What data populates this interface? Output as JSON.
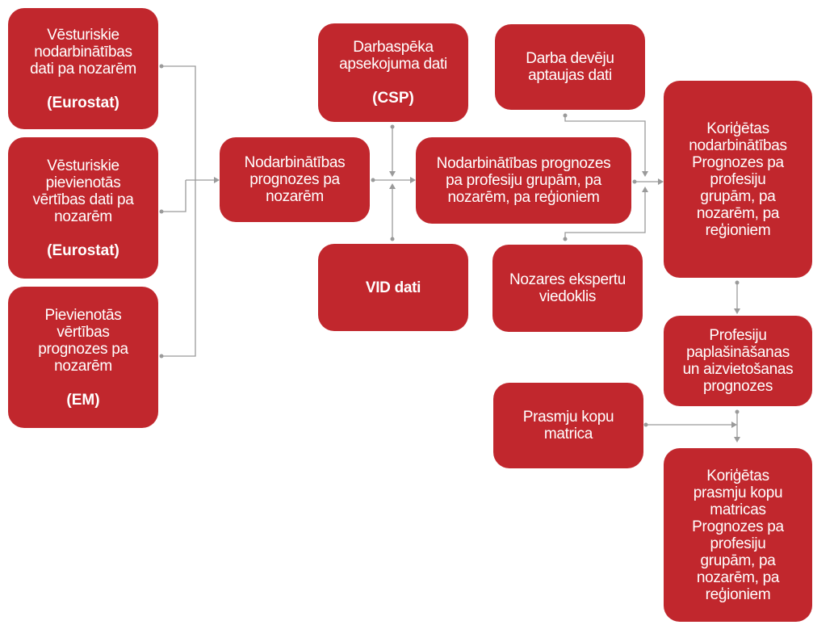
{
  "nodes": {
    "hist_employment": {
      "label": "Vēsturiskie\nnodarbinātības\ndati pa nozarēm",
      "source": "(Eurostat)"
    },
    "hist_value_added": {
      "label": "Vēsturiskie\npievienotās\nvērtības dati pa\nnozarēm",
      "source": "(Eurostat)"
    },
    "value_added_forecast": {
      "label": "Pievienotās\nvērtības\nprognozes pa\nnozarēm",
      "source": "(EM)"
    },
    "employment_forecast_sectors": {
      "label": "Nodarbinātības\nprognozes pa\nnozarēm"
    },
    "labour_force_survey": {
      "label": "Darbaspēka\napsekojuma dati",
      "source": "(CSP)"
    },
    "vid_data": {
      "label": "VID dati"
    },
    "employment_forecast_detailed": {
      "label": "Nodarbinātības prognozes\npa profesiju grupām, pa\nnozarēm, pa reģioniem"
    },
    "employer_survey": {
      "label": "Darba devēju\naptaujas dati"
    },
    "expert_opinion": {
      "label": "Nozares ekspertu\nviedoklis"
    },
    "corrected_employment": {
      "label": "Koriģētas\nnodarbinātības\nPrognozes pa\nprofesiju\ngrupām, pa\nnozarēm, pa\nreģioniem"
    },
    "replacement_forecast": {
      "label": "Profesiju\npaplašināšanas\nun aizvietošanas\nprognozes"
    },
    "skills_matrix": {
      "label": "Prasmju kopu\nmatrica"
    },
    "corrected_skills_matrix": {
      "label": "Koriģētas\nprasmju kopu\nmatricas\nPrognozes pa\nprofesiju\ngrupām, pa\nnozarēm, pa\nreģioniem"
    }
  },
  "colors": {
    "box": "#c1272d",
    "text": "#ffffff",
    "connector": "#9a9a9a"
  }
}
